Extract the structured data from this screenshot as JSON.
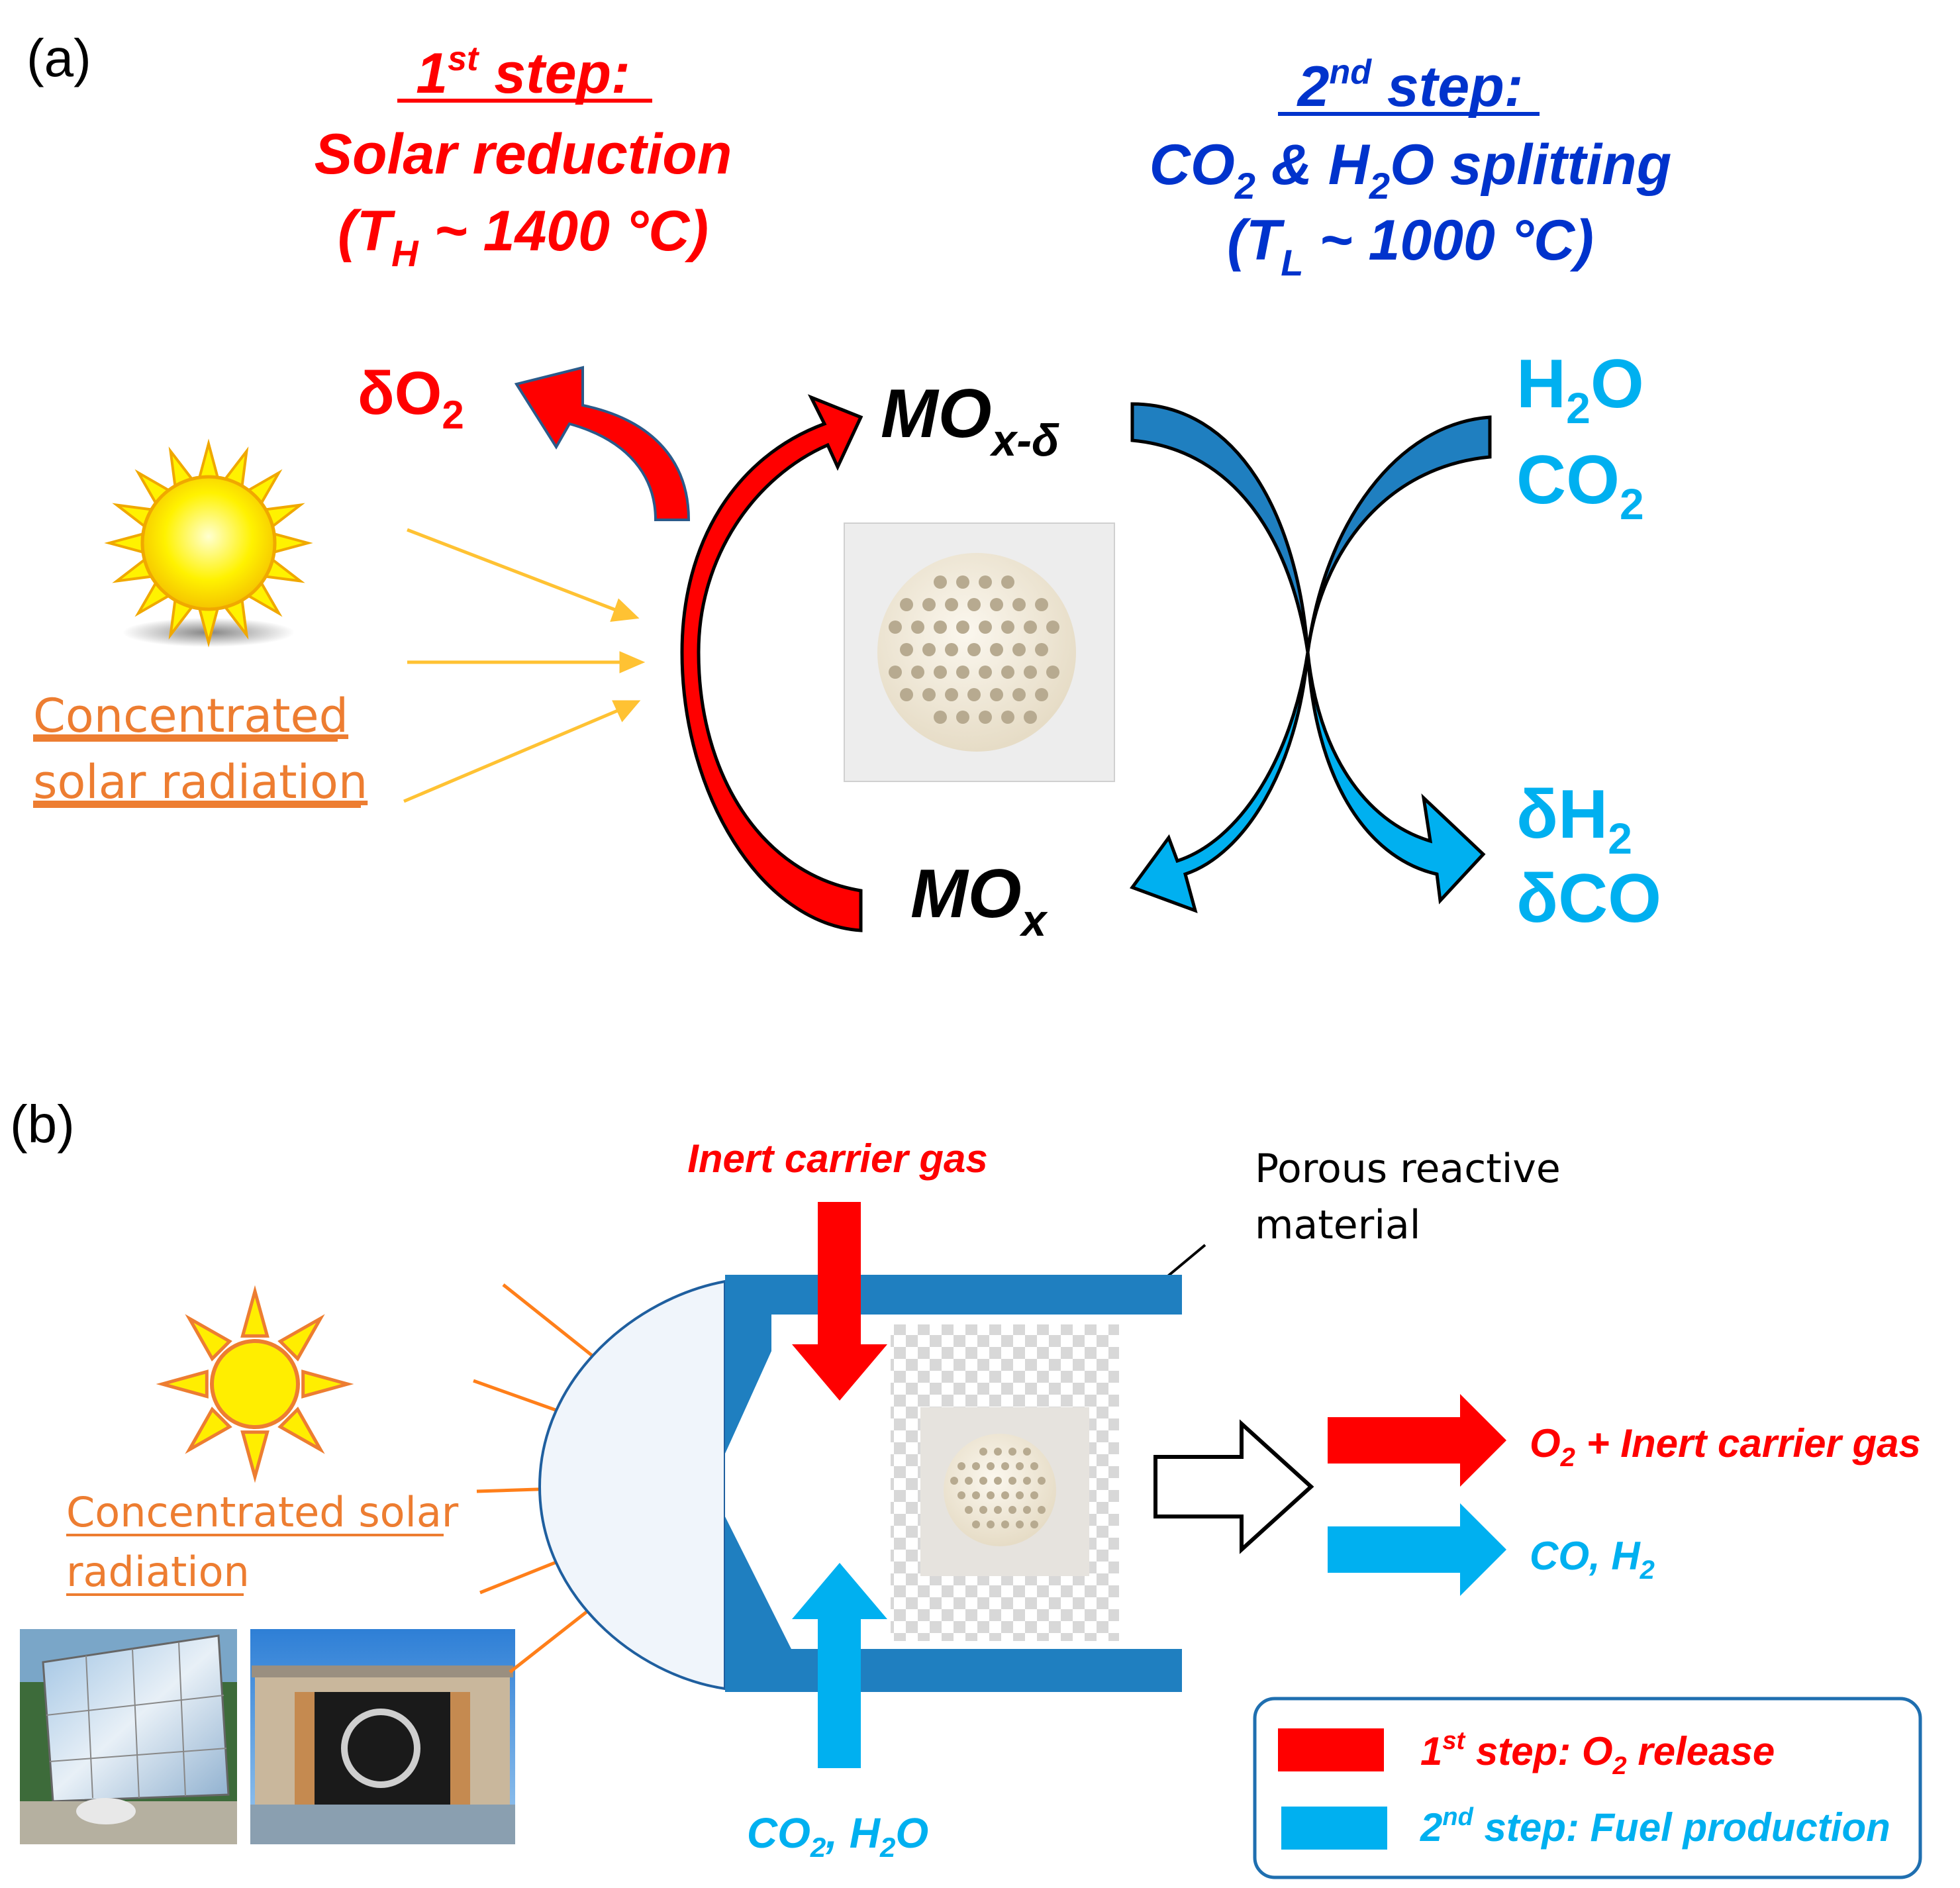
{
  "panel_a": {
    "label": "(a)",
    "step1": {
      "title_num": "1",
      "title_sup": "st",
      "title_rest": " step:",
      "line2": "Solar reduction",
      "line3_pre": "(T",
      "line3_sub": "H",
      "line3_post": " ~ 1400 °C)"
    },
    "step2": {
      "title_num": "2",
      "title_sup": "nd",
      "title_rest": " step:",
      "line2_a": "CO",
      "line2_a_sub": "2",
      "line2_b": " & H",
      "line2_b_sub": "2",
      "line2_c": "O splitting",
      "line3_pre": "(T",
      "line3_sub": "L",
      "line3_post": " ~ 1000 °C)"
    },
    "o2_release": {
      "pre": "δO",
      "sub": "2"
    },
    "reduced_oxide": {
      "main": "MO",
      "sub": "x-δ"
    },
    "oxide": {
      "main": "MO",
      "sub": "x"
    },
    "reactants": {
      "h2o": {
        "pre": "H",
        "sub": "2",
        "post": "O"
      },
      "co2": {
        "pre": "CO",
        "sub": "2"
      }
    },
    "products": {
      "h2": {
        "pre": "δH",
        "sub": "2"
      },
      "co": "δCO"
    },
    "solar_label_line1": "Concentrated",
    "solar_label_line2": "solar radiation"
  },
  "panel_b": {
    "label": "(b)",
    "inert_gas_label": "Inert carrier gas",
    "porous_label_line1": "Porous reactive",
    "porous_label_line2": "material",
    "solar_label_line1": "Concentrated solar",
    "solar_label_line2": "radiation",
    "outlet_red": {
      "pre": "O",
      "sub": "2",
      "post": " + Inert carrier gas"
    },
    "outlet_blue": {
      "pre": "CO, H",
      "sub": "2"
    },
    "inlet_blue": {
      "a": "CO",
      "a_sub": "2",
      "b": ", H",
      "b_sub": "2",
      "c": "O"
    },
    "legend": {
      "red": {
        "num": "1",
        "sup": "st",
        "text": " step: O",
        "sub": "2",
        "post": " release"
      },
      "blue": {
        "num": "2",
        "sup": "nd",
        "text": " step: Fuel production"
      }
    }
  },
  "colors": {
    "red": "#ff0000",
    "dark_blue": "#0033cc",
    "cyan": "#00b0f0",
    "steel_blue": "#1f7fc0",
    "orange": "#ed7d31",
    "sun_yellow": "#ffee00"
  }
}
